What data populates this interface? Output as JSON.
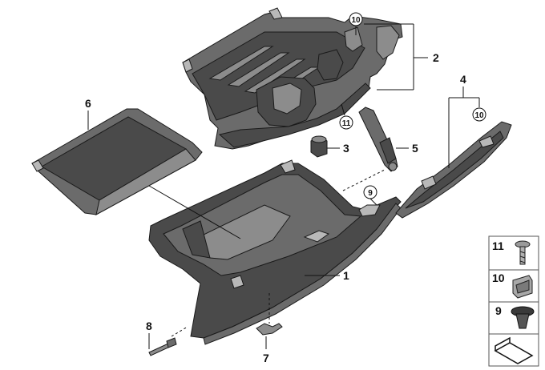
{
  "callouts": {
    "c1": "1",
    "c2": "2",
    "c3": "3",
    "c4": "4",
    "c5": "5",
    "c6": "6",
    "c7": "7",
    "c8": "8",
    "c9": "9",
    "c10a": "10",
    "c10b": "10",
    "c11": "11"
  },
  "legend": {
    "row_11": "11",
    "row_10": "10",
    "row_9": "9"
  },
  "colors": {
    "part_dark": "#4a4a4a",
    "part_mid": "#6b6b6b",
    "part_light": "#8c8c8c",
    "line": "#111111"
  }
}
